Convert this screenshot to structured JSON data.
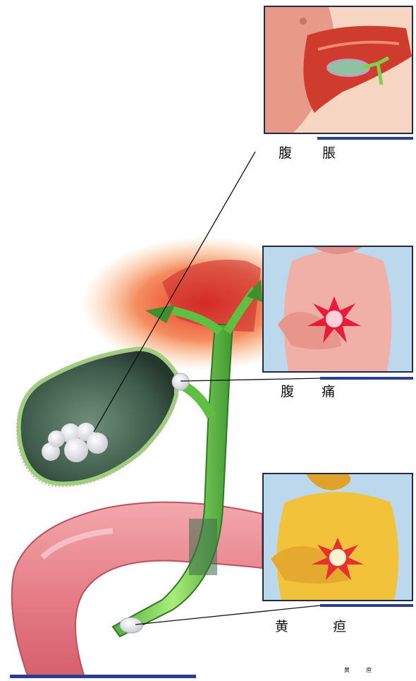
{
  "labels": {
    "bloating": [
      "腹",
      "脹"
    ],
    "pain": [
      "腹",
      "痛"
    ],
    "jaundice": [
      "黄",
      "疸"
    ],
    "footer": [
      "黄",
      "疸"
    ]
  },
  "colors": {
    "panel_border": "#1f2a44",
    "bar": "#2b3f8f",
    "skin_red": "#e8837a",
    "skin_yellow": "#f2c23a",
    "bile_green": "#7ed35a",
    "gallbladder_dark": "#3d5a49",
    "intestine_pink": "#e88a91",
    "stone_white": "#f1f1f4"
  },
  "icons": [
    "liver-gallbladder-illustration",
    "abdominal-pain-torso-illustration",
    "jaundice-torso-illustration",
    "gallstones-illustration"
  ]
}
